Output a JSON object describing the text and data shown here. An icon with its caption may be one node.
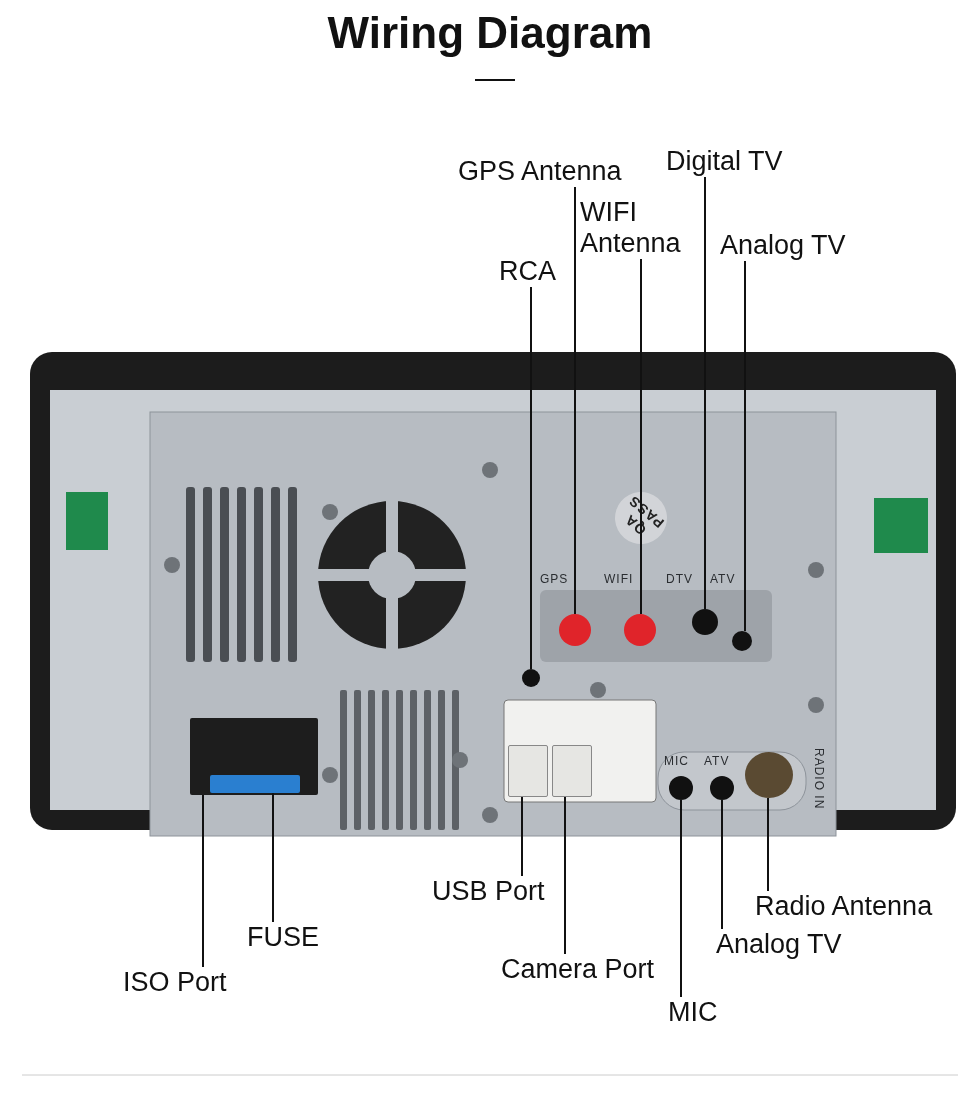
{
  "diagram": {
    "title": "Wiring Diagram",
    "nodes": [
      {
        "text": [
          "GPS Antenna"
        ]
      },
      {
        "text": [
          "Digital TV"
        ]
      },
      {
        "text": [
          "WIFI Antenna"
        ]
      },
      {
        "text": [
          "Analog TV"
        ]
      },
      {
        "text": [
          "RCA"
        ]
      },
      {
        "text": [
          "USB Port"
        ]
      },
      {
        "text": [
          "Radio Antenna"
        ]
      },
      {
        "text": [
          "FUSE"
        ]
      },
      {
        "text": [
          "Analog TV"
        ]
      },
      {
        "text": [
          "Camera Port"
        ]
      },
      {
        "text": [
          "ISO Port"
        ]
      },
      {
        "text": [
          "MIC"
        ]
      },
      {
        "text": [],
        "shape": "circle"
      },
      {
        "text": [],
        "shape": "circle"
      },
      {
        "text": [],
        "shape": "circle"
      },
      {
        "text": [],
        "shape": "circle"
      },
      {
        "text": [],
        "shape": "circle"
      },
      {
        "text": [],
        "shape": "box"
      },
      {
        "text": [],
        "shape": "circle"
      },
      {
        "text": [],
        "shape": "box"
      },
      {
        "text": [],
        "shape": "box",
        "in": 19
      },
      {
        "text": [],
        "shape": "circle"
      },
      {
        "text": [],
        "shape": "box"
      },
      {
        "text": [],
        "shape": "circle"
      }
    ],
    "edges": [
      {
        "from": 0,
        "to": 12,
        "arrow": "none"
      },
      {
        "from": 1,
        "to": 13,
        "arrow": "none"
      },
      {
        "from": 2,
        "to": 14,
        "arrow": "none"
      },
      {
        "from": 3,
        "to": 15,
        "arrow": "none"
      },
      {
        "from": 4,
        "to": 16,
        "arrow": "none"
      },
      {
        "from": 5,
        "to": 17,
        "arrow": "none"
      },
      {
        "from": 6,
        "to": 18,
        "arrow": "none"
      },
      {
        "from": 7,
        "to": 20,
        "arrow": "none"
      },
      {
        "from": 8,
        "to": 21,
        "arrow": "none"
      },
      {
        "from": 9,
        "to": 22,
        "arrow": "none"
      },
      {
        "from": 10,
        "to": 19,
        "arrow": "none"
      },
      {
        "from": 11,
        "to": 23,
        "arrow": "none"
      }
    ],
    "labels": [
      "QA PASS",
      "GPS",
      "WIFI",
      "DTV",
      "ATV",
      "MIC",
      "ATV",
      "RADIO IN"
    ]
  }
}
